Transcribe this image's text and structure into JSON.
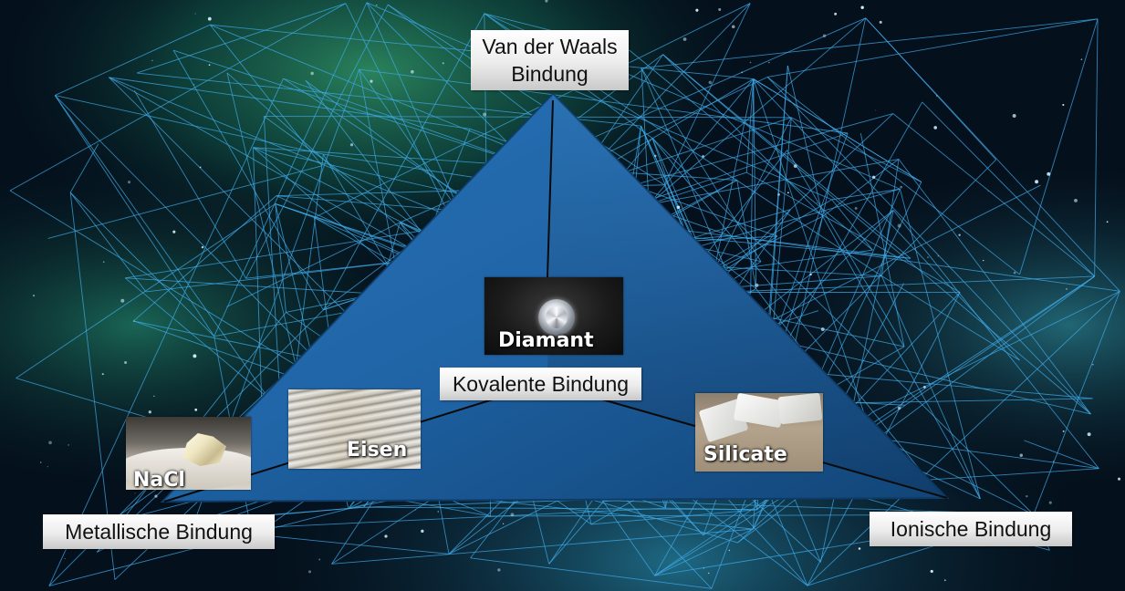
{
  "diagram": {
    "vertices": {
      "top": [
        "Van der Waals",
        "Bindung"
      ],
      "center": "Kovalente Bindung",
      "left": "Metallische Bindung",
      "right": "Ionische Bindung"
    },
    "examples": {
      "diamant": "Diamant",
      "eisen": "Eisen",
      "silicate": "Silicate",
      "nacl": "NaCl"
    }
  },
  "colors": {
    "triangle": "#1d5f9e",
    "triangle_dark": "#0f3d6d",
    "edge_lines": "#0a0a0a",
    "network_lines": "#3fa9e8",
    "background": "#04101c"
  }
}
